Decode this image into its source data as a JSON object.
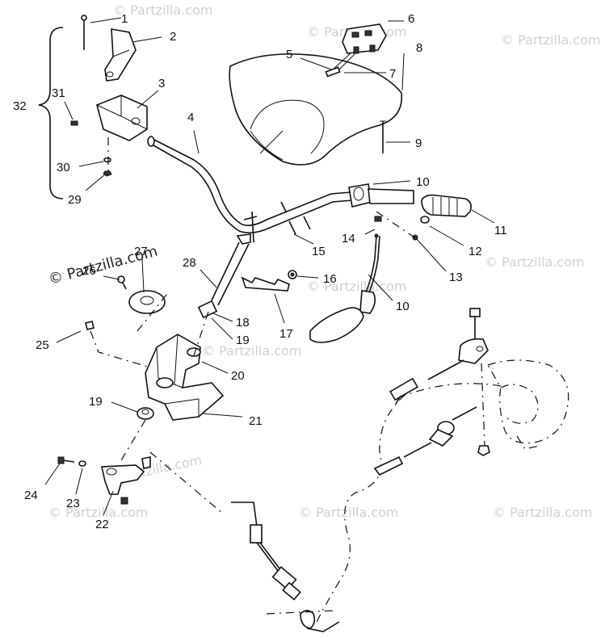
{
  "watermark": {
    "text": "© Partzilla.com",
    "prominent_text": "© Partzilla.com"
  },
  "group_label": "32",
  "part_labels": [
    {
      "id": "1",
      "text": "1"
    },
    {
      "id": "2",
      "text": "2"
    },
    {
      "id": "3",
      "text": "3"
    },
    {
      "id": "4",
      "text": "4"
    },
    {
      "id": "5",
      "text": "5"
    },
    {
      "id": "6",
      "text": "6"
    },
    {
      "id": "7",
      "text": "7"
    },
    {
      "id": "8",
      "text": "8"
    },
    {
      "id": "9",
      "text": "9"
    },
    {
      "id": "10a",
      "text": "10"
    },
    {
      "id": "10b",
      "text": "10"
    },
    {
      "id": "11",
      "text": "11"
    },
    {
      "id": "12",
      "text": "12"
    },
    {
      "id": "13",
      "text": "13"
    },
    {
      "id": "14",
      "text": "14"
    },
    {
      "id": "15",
      "text": "15"
    },
    {
      "id": "16",
      "text": "16"
    },
    {
      "id": "17",
      "text": "17"
    },
    {
      "id": "18",
      "text": "18"
    },
    {
      "id": "19a",
      "text": "19"
    },
    {
      "id": "19b",
      "text": "19"
    },
    {
      "id": "20",
      "text": "20"
    },
    {
      "id": "21",
      "text": "21"
    },
    {
      "id": "22",
      "text": "22"
    },
    {
      "id": "23",
      "text": "23"
    },
    {
      "id": "24",
      "text": "24"
    },
    {
      "id": "25",
      "text": "25"
    },
    {
      "id": "26",
      "text": "26"
    },
    {
      "id": "27",
      "text": "27"
    },
    {
      "id": "28",
      "text": "28"
    },
    {
      "id": "29",
      "text": "29"
    },
    {
      "id": "30",
      "text": "30"
    },
    {
      "id": "31",
      "text": "31"
    }
  ]
}
